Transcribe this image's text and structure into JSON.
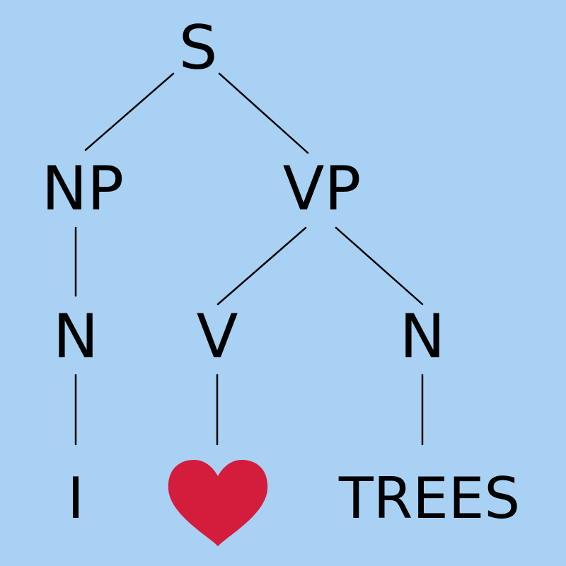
{
  "tree": {
    "root": "S",
    "np": "NP",
    "vp": "VP",
    "np_n": "N",
    "vp_v": "V",
    "vp_n": "N",
    "word_1": "I",
    "word_2_icon": "heart-icon",
    "word_3": "TREES"
  },
  "colors": {
    "background": "#a9d1f3",
    "lines": "#000000",
    "heart": "#d41c3c"
  }
}
